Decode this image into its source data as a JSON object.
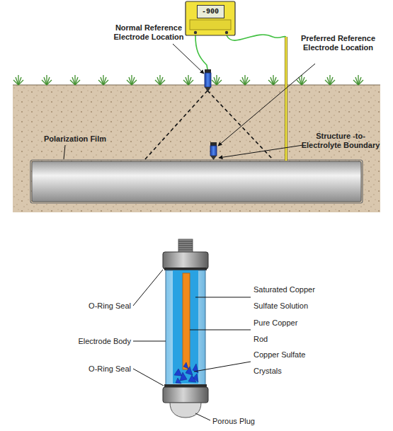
{
  "diagram": {
    "nodes": [
      {
        "text": [
          "-900"
        ]
      }
    ],
    "edges": [],
    "labels": [
      "Normal Reference Electrode Location",
      "Preferred Reference Electrode Location",
      "Polarization Film",
      "Structure -to- Electrolyte Boundary",
      "O-Ring Seal",
      "Electrode Body",
      "O-Ring Seal",
      "Saturated Copper Sulfate Solution",
      "Pure Copper Rod",
      "Copper Sulfate Crystals",
      "Porous Plug"
    ]
  }
}
